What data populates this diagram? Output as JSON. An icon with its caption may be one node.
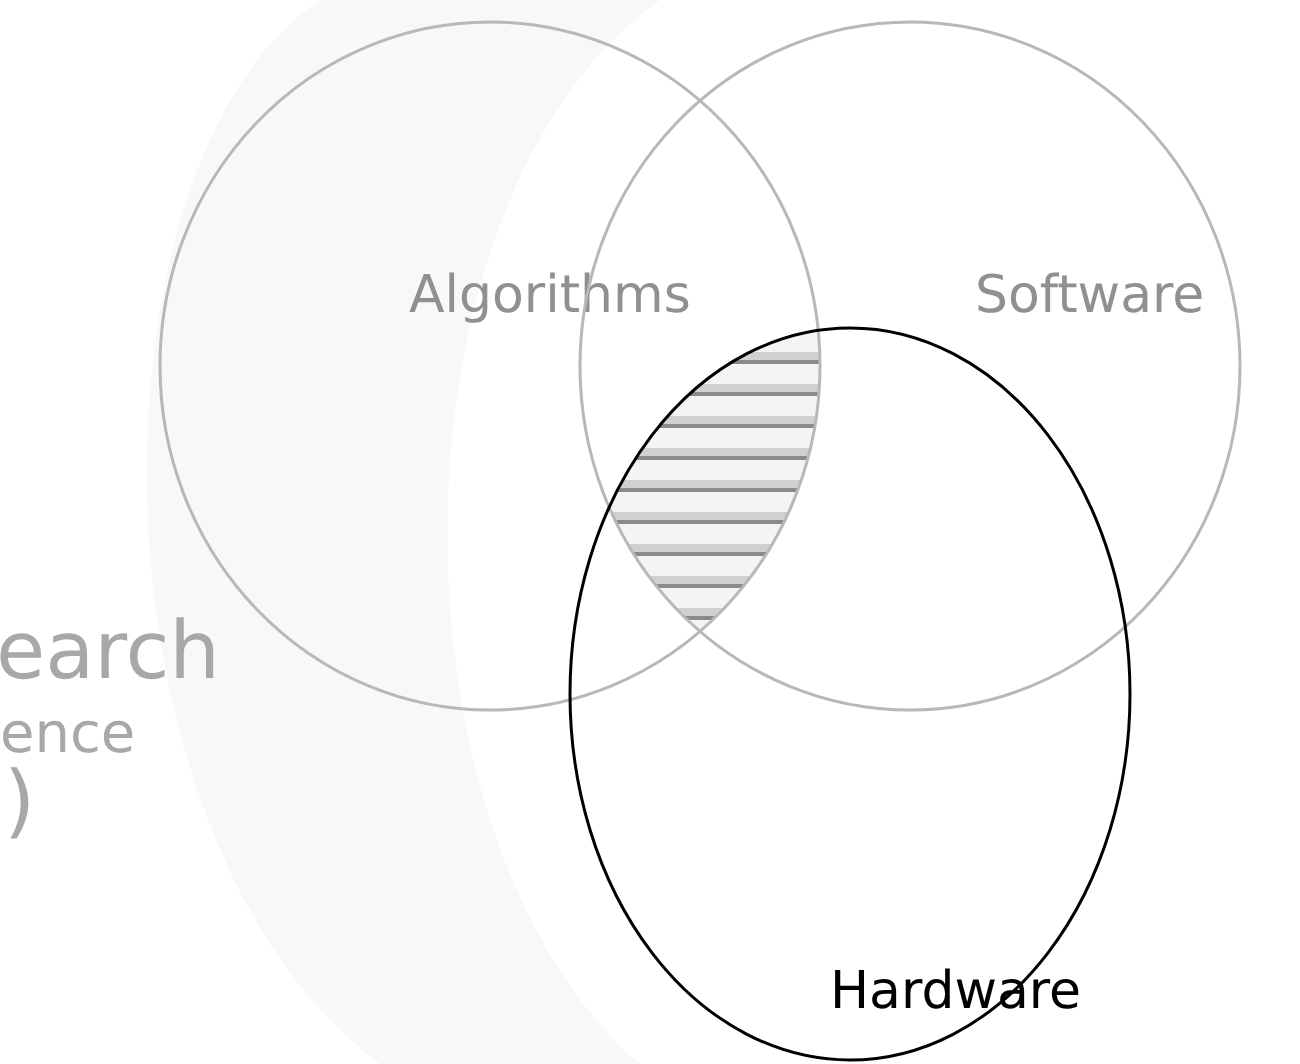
{
  "diagram": {
    "nodes": [
      {
        "text": [
          "Algorithms"
        ]
      },
      {
        "text": [
          "Software"
        ]
      },
      {
        "text": [
          "Hardware"
        ]
      }
    ],
    "labels": [
      "earch",
      "ence",
      ")"
    ]
  }
}
